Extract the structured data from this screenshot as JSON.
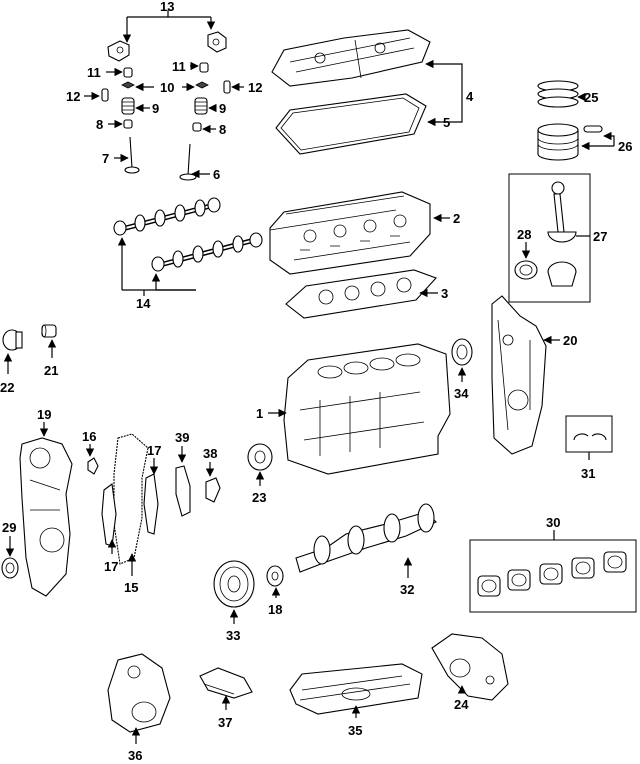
{
  "diagram": {
    "callouts": {
      "c1": "1",
      "c2": "2",
      "c3": "3",
      "c4": "4",
      "c5": "5",
      "c6": "6",
      "c7": "7",
      "c8a": "8",
      "c8b": "8",
      "c9a": "9",
      "c9b": "9",
      "c10": "10",
      "c11a": "11",
      "c11b": "11",
      "c12a": "12",
      "c12b": "12",
      "c13": "13",
      "c14": "14",
      "c15": "15",
      "c16": "16",
      "c17a": "17",
      "c17b": "17",
      "c18": "18",
      "c19": "19",
      "c20": "20",
      "c21": "21",
      "c22": "22",
      "c23": "23",
      "c24": "24",
      "c25": "25",
      "c26": "26",
      "c27": "27",
      "c28": "28",
      "c29": "29",
      "c30": "30",
      "c31": "31",
      "c32": "32",
      "c33": "33",
      "c34": "34",
      "c35": "35",
      "c36": "36",
      "c37": "37",
      "c38": "38",
      "c39": "39"
    }
  }
}
